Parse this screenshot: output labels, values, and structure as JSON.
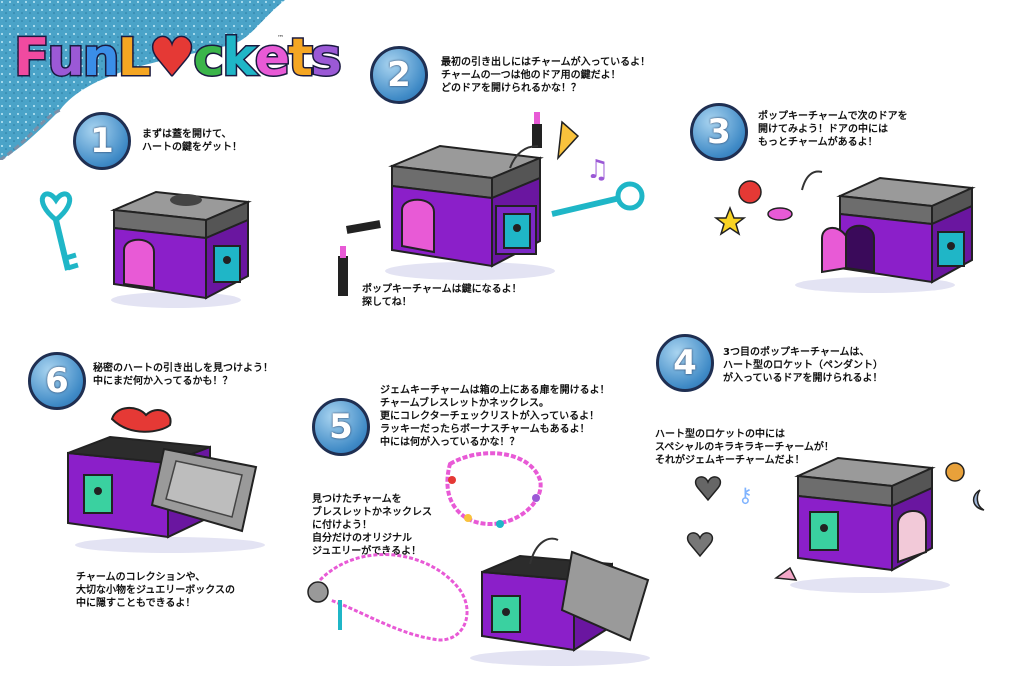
{
  "brand": {
    "logo_text": "FunLockets",
    "trademark": "™",
    "colors": {
      "lavender": "#b39ddb",
      "heart_red": "#e53935",
      "gold": "#f9c23c",
      "teal": "#1fb6c7",
      "purple_box": "#8b1fc9",
      "pink_door": "#e85ad6"
    }
  },
  "steps": [
    {
      "number": "1",
      "text": "まずは蓋を開けて、\nハートの鍵をゲット！"
    },
    {
      "number": "2",
      "text": "最初の引き出しにはチャームが入っているよ！\nチャームの一つは他のドア用の鍵だよ！\nどのドアを開けられるかな！？"
    },
    {
      "number": "3",
      "text": "ポップキーチャームで次のドアを\n開けてみよう！ドアの中には\nもっとチャームがあるよ！"
    },
    {
      "number": "4",
      "text": "3つ目のポップキーチャームは、\nハート型のロケット（ペンダント）\nが入っているドアを開けられるよ！"
    },
    {
      "number": "5",
      "text": "ジェムキーチャームは箱の上にある扉を開けるよ！\nチャームブレスレットかネックレス。\n更にコレクターチェックリストが入っているよ！\nラッキーだったらボーナスチャームもあるよ！\n中には何が入っているかな！？"
    },
    {
      "number": "6",
      "text": "秘密のハートの引き出しを見つけよう！\n中にまだ何か入ってるかも！？"
    }
  ],
  "notes": {
    "popkey": "ポップキーチャームは鍵になるよ！\n探してね！",
    "locket": "ハート型のロケットの中には\nスペシャルのキラキラキーチャームが！\nそれがジェムキーチャームだよ！",
    "bracelet": "見つけたチャームを\nブレスレットかネックレス\nに付けよう！\n自分だけのオリジナル\nジュエリーができるよ！",
    "collection": "チャームのコレクションや、\n大切な小物をジュエリーボックスの\n中に隠すこともできるよ！"
  }
}
